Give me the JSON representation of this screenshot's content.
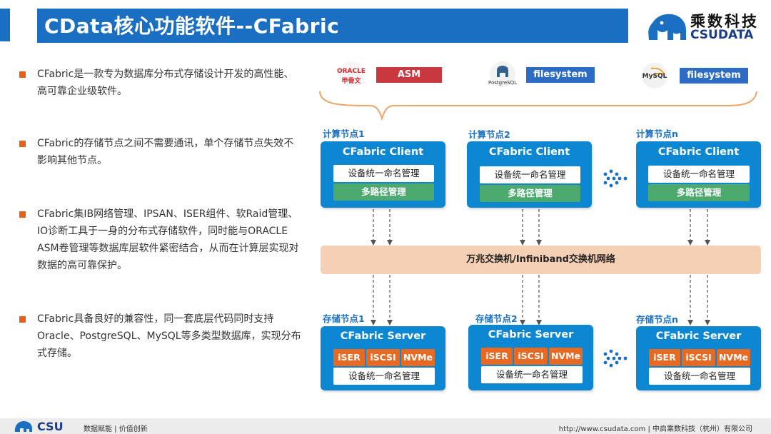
{
  "header": {
    "title": "CData核心功能软件--CFabric"
  },
  "logo": {
    "cn": "乘数科技",
    "en": "CSUDATA"
  },
  "bullets": [
    {
      "text": "CFabric是一款专为数据库分布式存储设计开发的高性能、高可靠企业级软件。"
    },
    {
      "text": "CFabric的存储节点之间不需要通讯，单个存储节点失效不影响其他节点。"
    },
    {
      "text": "CFabric集IB网络管理、IPSAN、ISER组件、软Raid管理、IO诊断工具于一身的分布式存储软件，同时能与ORACLE ASM卷管理等数据库层软件紧密结合，从而在计算层实现对数据的高可靠保护。"
    },
    {
      "text": "CFabric具备良好的兼容性，同一套底层代码同时支持Oracle、PostgreSQL、MySQL等多类型数据库，实现分布式存储。"
    }
  ],
  "databases": [
    {
      "logo_text_1": "ORACLE",
      "logo_text_2": "甲骨文",
      "label": "ASM"
    },
    {
      "logo_text_1": "PostgreSQL",
      "label": "filesystem"
    },
    {
      "logo_text_1": "MySQL",
      "label": "filesystem"
    }
  ],
  "compute_nodes": [
    {
      "label": "计算节点1",
      "title": "CFabric Client",
      "naming": "设备统一命名管理",
      "multipath": "多路径管理"
    },
    {
      "label": "计算节点2",
      "title": "CFabric Client",
      "naming": "设备统一命名管理",
      "multipath": "多路径管理"
    },
    {
      "label": "计算节点n",
      "title": "CFabric Client",
      "naming": "设备统一命名管理",
      "multipath": "多路径管理"
    }
  ],
  "switch_label": "万兆交换机/Infiniband交换机网络",
  "storage_nodes": [
    {
      "label": "存储节点1",
      "title": "CFabric Server",
      "protocols": [
        "iSER",
        "iSCSI",
        "NVMe"
      ],
      "naming": "设备统一命名管理"
    },
    {
      "label": "存储节点2",
      "title": "CFabric Server",
      "protocols": [
        "iSER",
        "iSCSI",
        "NVMe"
      ],
      "naming": "设备统一命名管理"
    },
    {
      "label": "存储节点n",
      "title": "CFabric Server",
      "protocols": [
        "iSER",
        "iSCSI",
        "NVMe"
      ],
      "naming": "设备统一命名管理"
    }
  ],
  "footer": {
    "logo": "CSU",
    "slogan": "数据赋能 | 价值创新",
    "right": "http://www.csudata.com  |  中启乘数科技（杭州）有限公司"
  },
  "colors": {
    "brand_blue": "#1a6fc2",
    "node_blue": "#0e87d2",
    "green": "#4caa6e",
    "orange": "#e86a22",
    "asm_red": "#c9383f",
    "switch_peach": "#f6d0b4",
    "bullet_orange": "#e85f18"
  }
}
